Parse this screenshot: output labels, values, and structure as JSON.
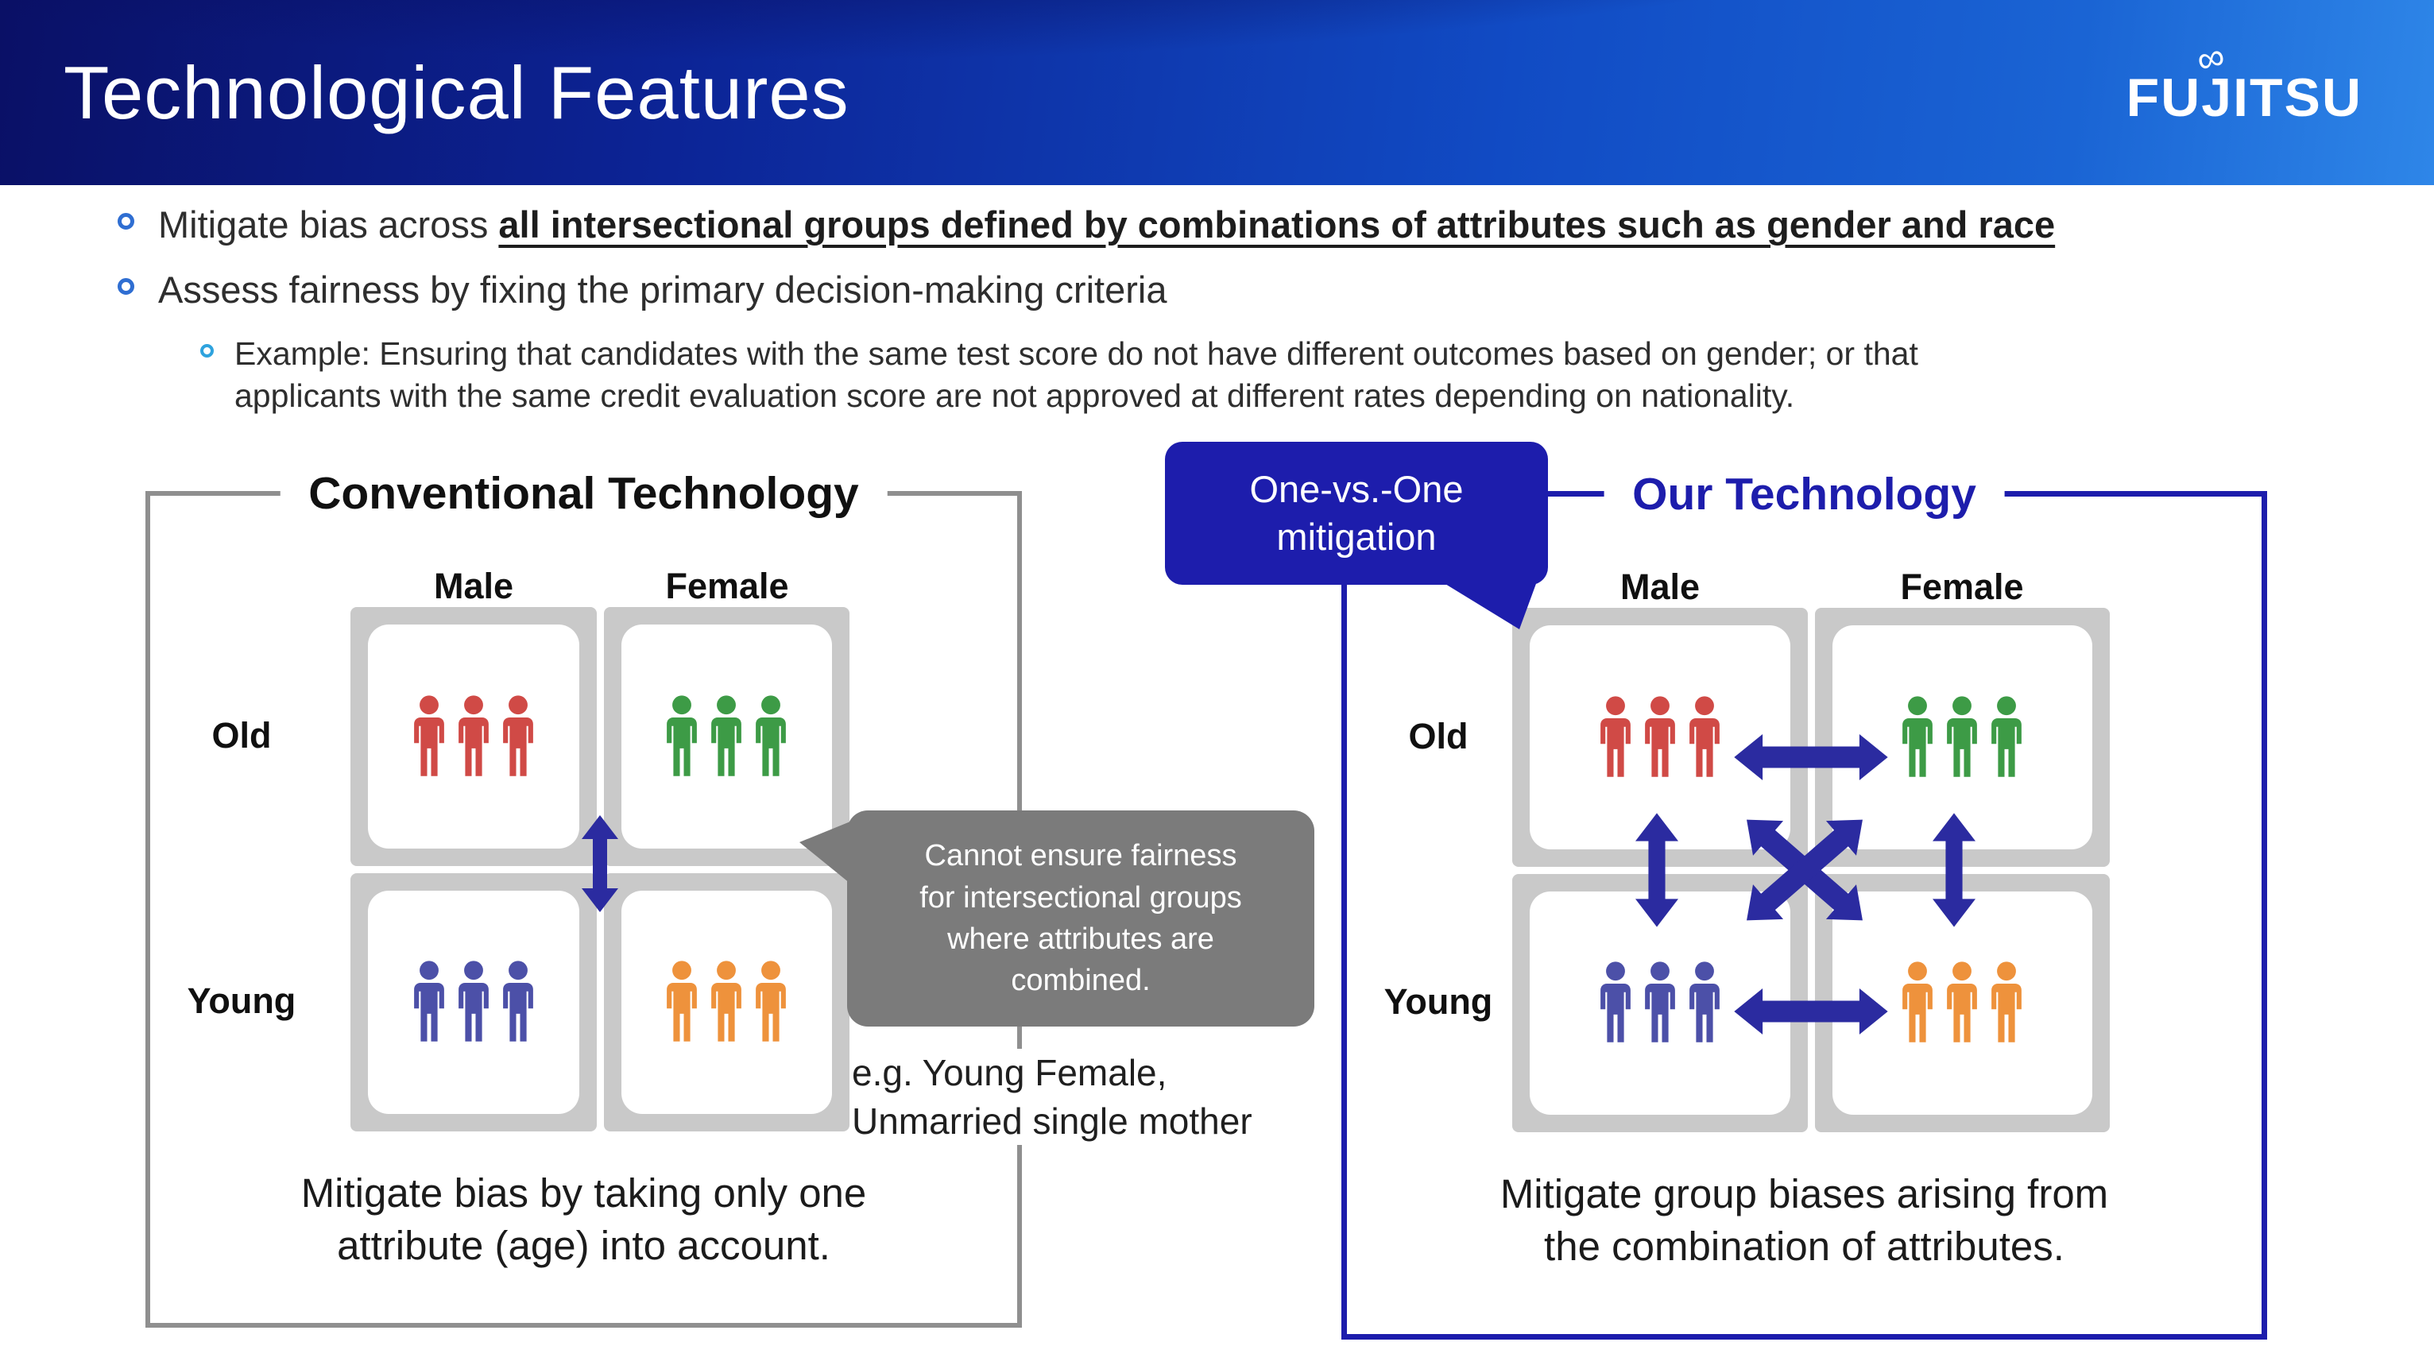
{
  "header": {
    "title": "Technological Features",
    "logo_text": "FUJITSU"
  },
  "bullets": {
    "b1_prefix": "Mitigate bias across ",
    "b1_emph": "all intersectional groups defined by combinations of attributes such as gender and race",
    "b2": "Assess fairness by fixing the primary decision-making criteria",
    "sub_line1": "Example: Ensuring that candidates with the same test score do not have different outcomes based on gender; or that",
    "sub_line2": "applicants with the same credit evaluation score are not approved at different rates depending on nationality."
  },
  "conventional": {
    "title": "Conventional Technology",
    "col_male": "Male",
    "col_female": "Female",
    "row_old": "Old",
    "row_young": "Young",
    "caption_line1": "Mitigate bias by taking only one",
    "caption_line2": "attribute (age) into account."
  },
  "bubble": {
    "line1": "Cannot ensure fairness",
    "line2": "for intersectional groups",
    "line3": "where attributes are",
    "line4": "combined.",
    "example_line1": "e.g. Young Female,",
    "example_line2": "Unmarried single mother"
  },
  "ours": {
    "callout_line1": "One-vs.-One",
    "callout_line2": "mitigation",
    "title": "Our Technology",
    "col_male": "Male",
    "col_female": "Female",
    "row_old": "Old",
    "row_young": "Young",
    "caption_line1": "Mitigate group biases arising from",
    "caption_line2": "the combination of attributes."
  },
  "colors": {
    "old_male": "#d04a46",
    "old_female": "#3d9b46",
    "young_male": "#4c50a8",
    "young_female": "#ee923c",
    "arrow": "#2b2ba0",
    "panel_blue": "#1d1dac",
    "bubble_gray": "#7b7b7b"
  }
}
